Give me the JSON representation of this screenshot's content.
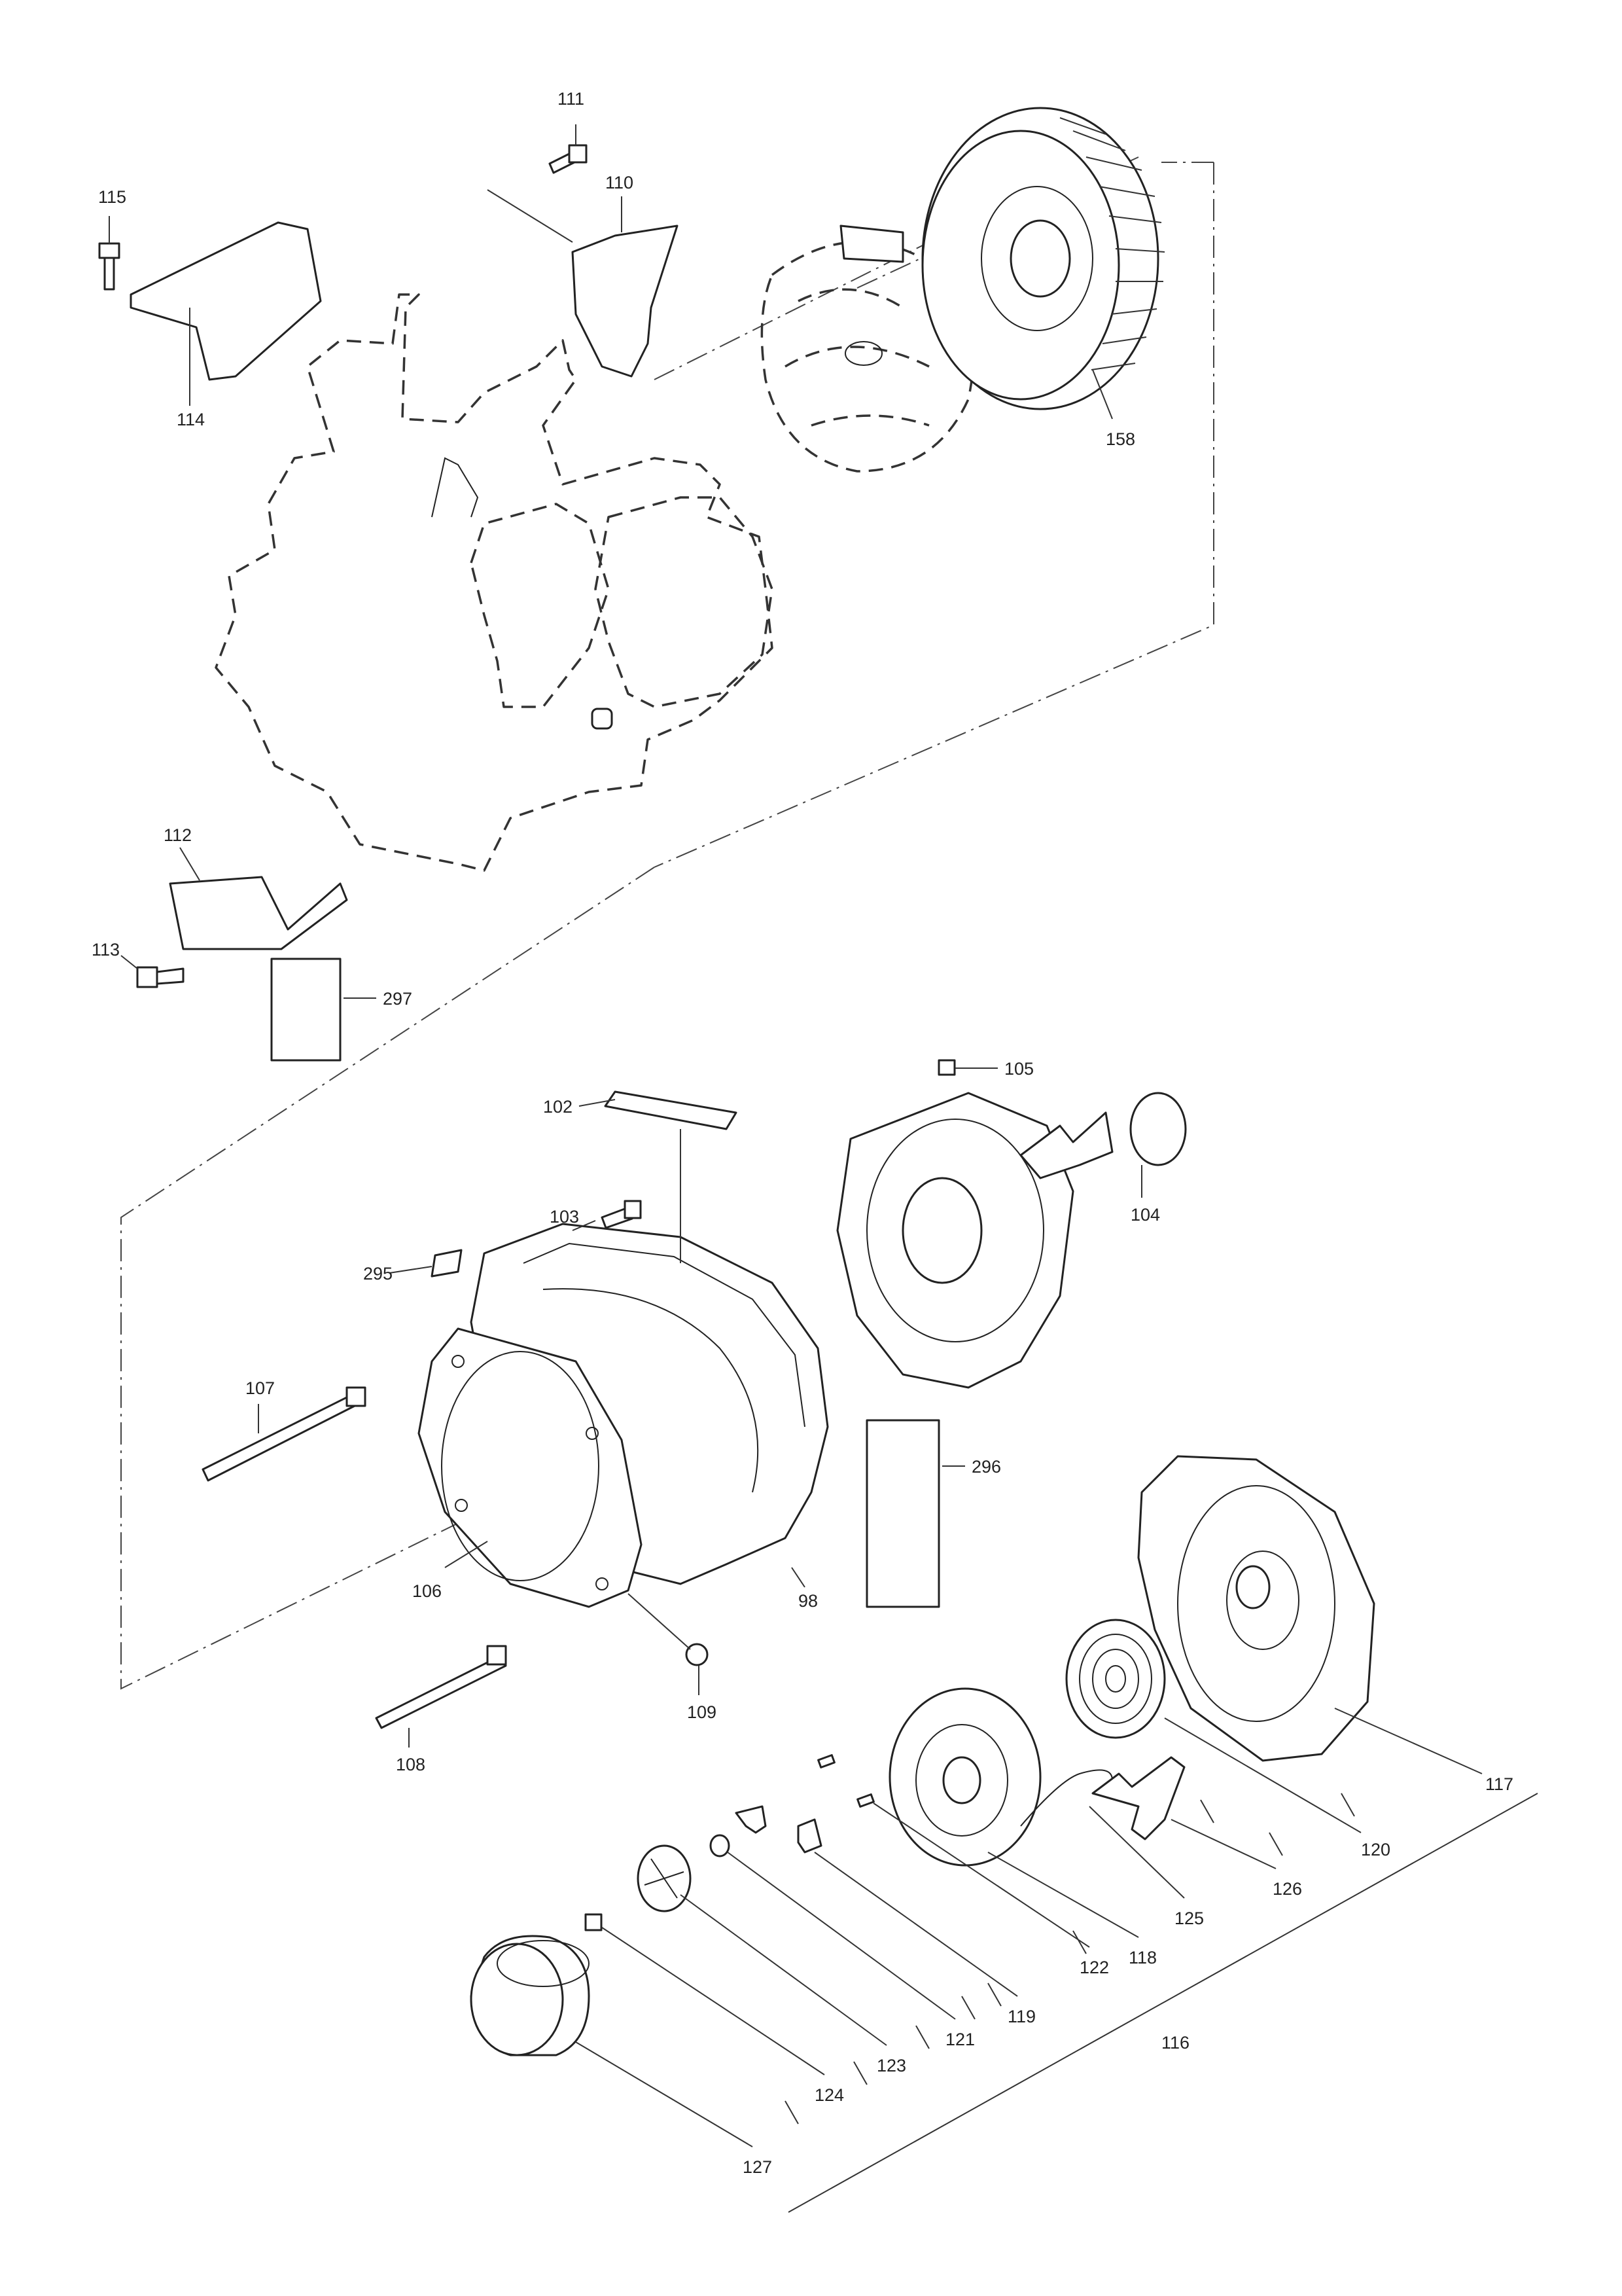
{
  "callouts": {
    "p111": "111",
    "p110": "110",
    "p115": "115",
    "p114": "114",
    "p158": "158",
    "p112": "112",
    "p113": "113",
    "p297": "297",
    "p102": "102",
    "p105": "105",
    "p104": "104",
    "p103": "103",
    "p295": "295",
    "p107": "107",
    "p296": "296",
    "p106": "106",
    "p98": "98",
    "p109": "109",
    "p108": "108",
    "p117": "117",
    "p120": "120",
    "p126": "126",
    "p125": "125",
    "p118": "118",
    "p122": "122",
    "p119": "119",
    "p121": "121",
    "p123": "123",
    "p124": "124",
    "p116": "116",
    "p127": "127"
  }
}
